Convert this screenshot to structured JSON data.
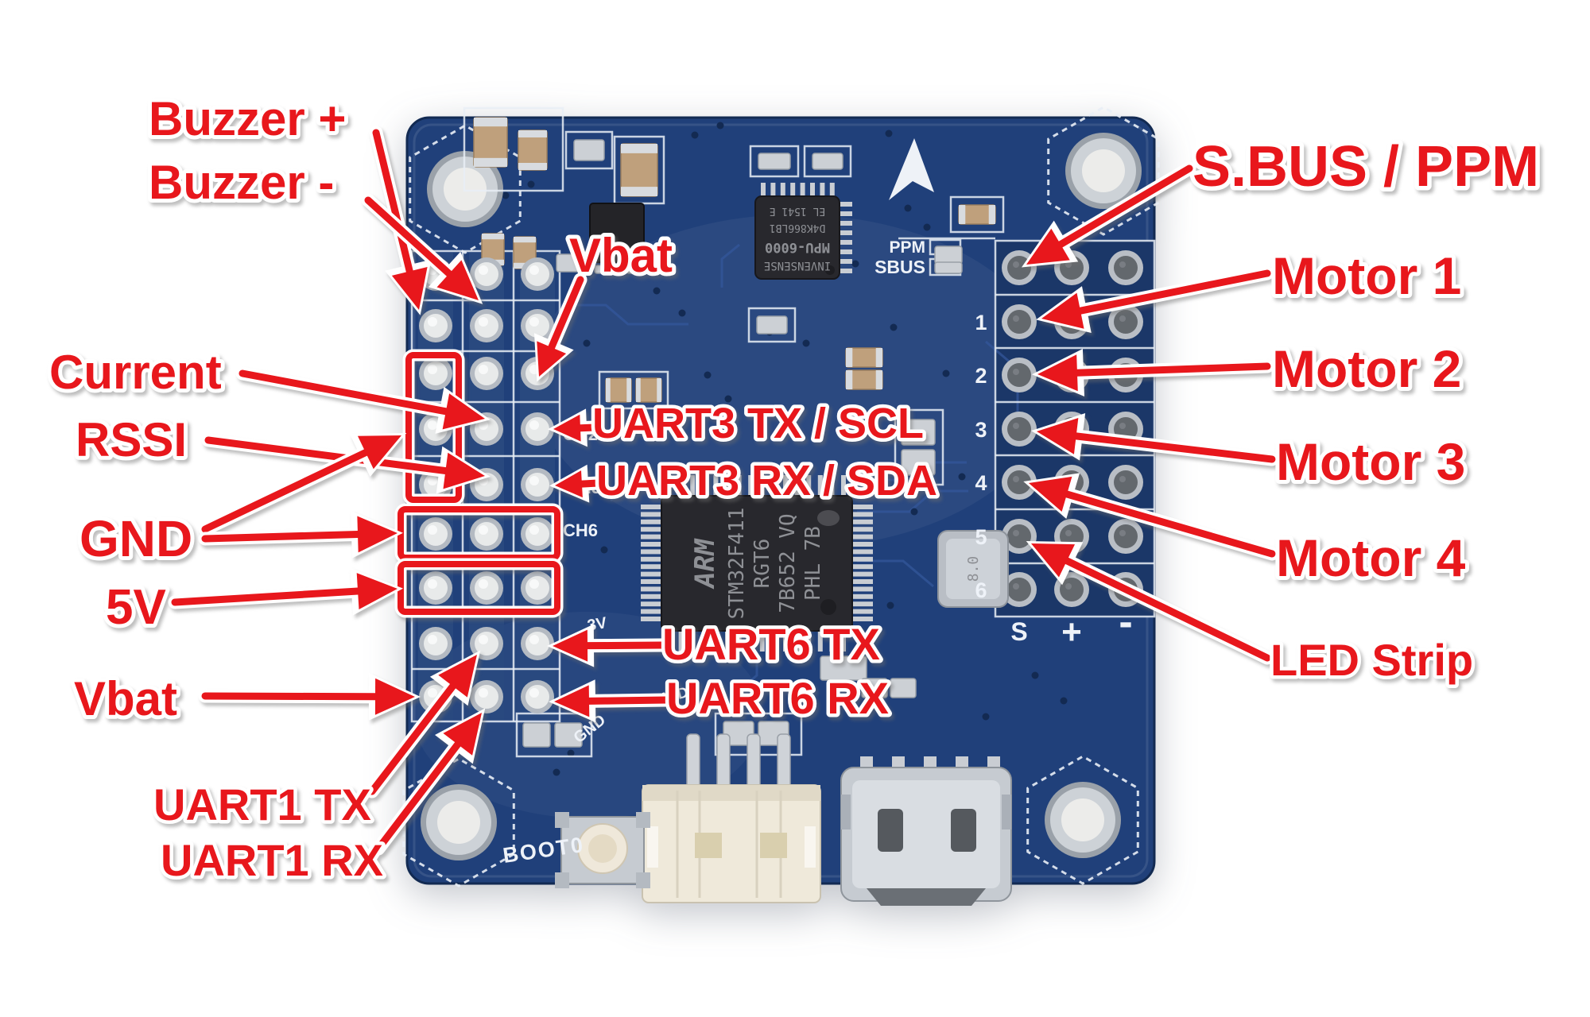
{
  "colors": {
    "background": "#ffffff",
    "annotation_red": "#e8171c",
    "pcb_blue": "#20407a",
    "silkscreen_white": "#eef2f8"
  },
  "annotations": {
    "buzzer_plus": "Buzzer +",
    "buzzer_minus": "Buzzer -",
    "current": "Current",
    "rssi": "RSSI",
    "gnd": "GND",
    "five_v": "5V",
    "vbat_left": "Vbat",
    "uart1_tx": "UART1 TX",
    "uart1_rx": "UART1 RX",
    "vbat_center": "Vbat",
    "uart3_tx_scl": "UART3 TX / SCL",
    "uart3_rx_sda": "UART3 RX / SDA",
    "uart6_tx": "UART6 TX",
    "uart6_rx": "UART6 RX",
    "sbus_ppm": "S.BUS / PPM",
    "motor1": "Motor 1",
    "motor2": "Motor 2",
    "motor3": "Motor 3",
    "motor4": "Motor 4",
    "led_strip": "LED Strip"
  },
  "board": {
    "silkscreen": {
      "ppm": "PPM",
      "sbus": "SBUS",
      "boot0": "BOOT0",
      "gnd": "GND",
      "three_v": "3V",
      "swd": "SWD",
      "ch2": "CH2",
      "ch5": "CH5",
      "ch6": "CH6",
      "pin1": "1",
      "pin2": "2",
      "pin3": "3",
      "pin4": "4",
      "pin5": "5",
      "pin6": "6",
      "sig": "S",
      "plus": "+",
      "minus": "-"
    },
    "mcu": {
      "brand": "ARM",
      "line1": "STM32F411",
      "line2": "RGT6",
      "line3": "7B652 VQ",
      "line4": "PHL 7B"
    },
    "imu": {
      "line1": "INVENSENSE",
      "line2": "MPU-6000",
      "line3": "D4K866LB1",
      "line4": "EL 1541 E"
    },
    "crystal": "8.0"
  }
}
